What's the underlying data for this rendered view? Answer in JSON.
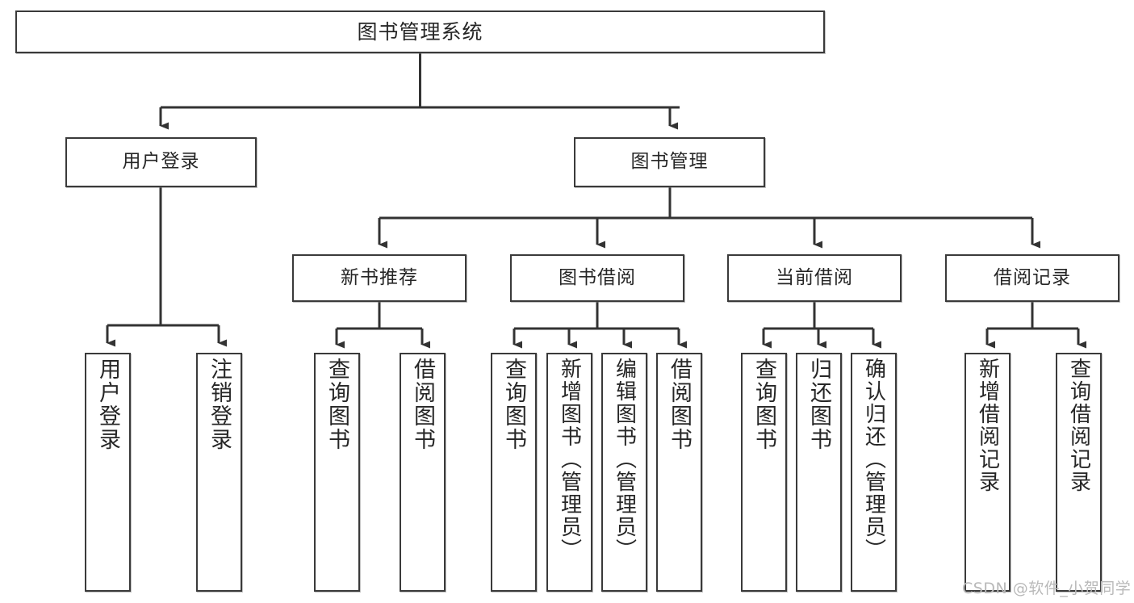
{
  "diagram": {
    "title": "图书管理系统",
    "root": {
      "label": "图书管理系统"
    },
    "level2": [
      {
        "label": "用户登录"
      },
      {
        "label": "图书管理"
      }
    ],
    "level3": [
      {
        "label": "新书推荐"
      },
      {
        "label": "图书借阅"
      },
      {
        "label": "当前借阅"
      },
      {
        "label": "借阅记录"
      }
    ],
    "leaves": {
      "user_login": [
        {
          "label": "用户登录"
        },
        {
          "label": "注销登录"
        }
      ],
      "new_book_recommend": [
        {
          "label": "查询图书"
        },
        {
          "label": "借阅图书"
        }
      ],
      "book_borrow": [
        {
          "label": "查询图书"
        },
        {
          "label": "新增图书（管理员）"
        },
        {
          "label": "编辑图书（管理员）"
        },
        {
          "label": "借阅图书"
        }
      ],
      "current_borrow": [
        {
          "label": "查询图书"
        },
        {
          "label": "归还图书"
        },
        {
          "label": "确认归还（管理员）"
        }
      ],
      "borrow_record": [
        {
          "label": "新增借阅记录"
        },
        {
          "label": "查询借阅记录"
        }
      ]
    }
  },
  "watermark": {
    "text": "CSDN @软件_小贺同学"
  },
  "colors": {
    "box_border": "#3a3a3a",
    "box_fill": "#ffffff",
    "text": "#262626",
    "edge": "#333333",
    "watermark": "#b9b9b9"
  }
}
